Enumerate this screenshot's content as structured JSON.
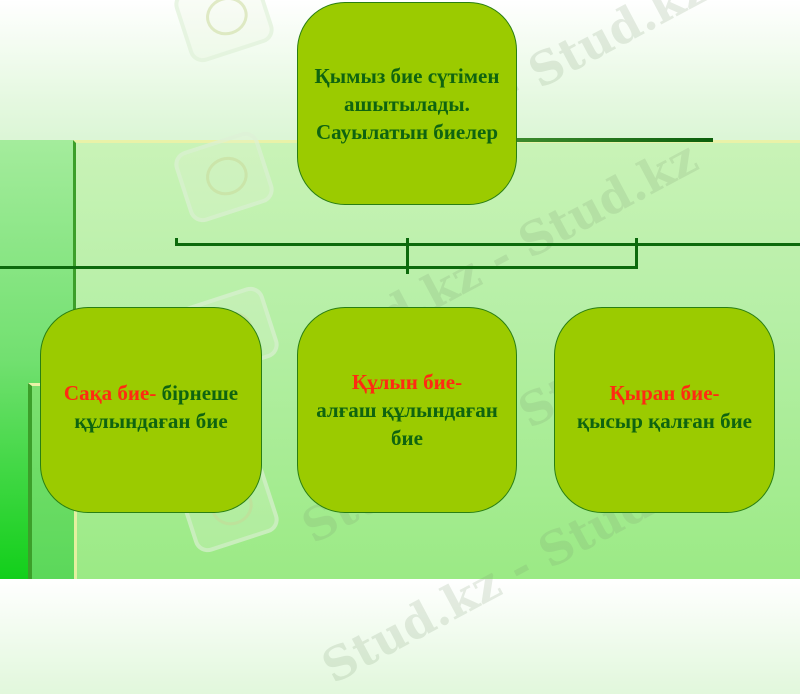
{
  "diagram": {
    "root": {
      "lines": [
        "Қымыз бие сүтімен",
        "ашытылады.",
        "Сауылатын биелер"
      ]
    },
    "children": [
      {
        "term": "Сақа бие-",
        "definition_inline": " бірнеше",
        "definition_rest": "құлындаған бие"
      },
      {
        "term": "Құлын бие-",
        "definition_lines": [
          "алғаш құлындаған",
          "бие"
        ]
      },
      {
        "term": "Қыран бие-",
        "definition_lines": [
          "қысыр қалған бие"
        ]
      }
    ]
  },
  "watermark": {
    "text": "Stud.kz - Stud.kz"
  },
  "colors": {
    "box_fill": "#9bcb00",
    "box_border": "#2a7f12",
    "text_green": "#0f6410",
    "text_red": "#ff2a12",
    "connector": "#0c6a0c"
  }
}
